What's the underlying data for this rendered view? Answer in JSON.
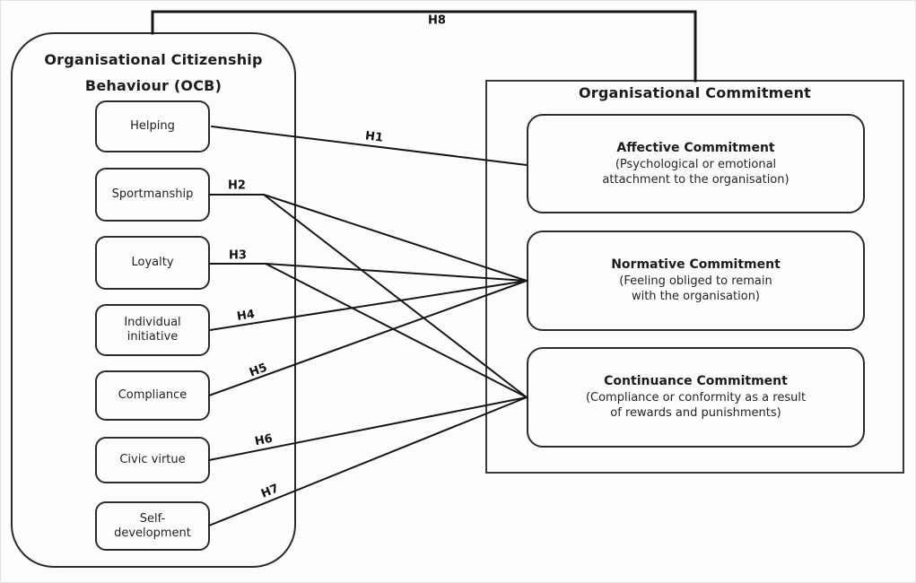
{
  "diagram": {
    "colors": {
      "background": "#fdfdfd",
      "line": "#161616",
      "box_border": "#2b2b2b",
      "text": "#1c1c1c"
    },
    "ocb": {
      "title_line1": "Organisational Citizenship",
      "title_line2": "Behaviour (OCB)",
      "items": [
        {
          "label": "Helping",
          "lines": [
            "Helping"
          ]
        },
        {
          "label": "Sportmanship",
          "lines": [
            "Sportmanship"
          ]
        },
        {
          "label": "Loyalty",
          "lines": [
            "Loyalty"
          ]
        },
        {
          "label": "Individual initiative",
          "lines": [
            "Individual",
            "initiative"
          ]
        },
        {
          "label": "Compliance",
          "lines": [
            "Compliance"
          ]
        },
        {
          "label": "Civic virtue",
          "lines": [
            "Civic virtue"
          ]
        },
        {
          "label": "Self-development",
          "lines": [
            "Self-",
            "development"
          ]
        }
      ]
    },
    "commitment": {
      "title": "Organisational Commitment",
      "boxes": [
        {
          "title": "Affective Commitment",
          "sub_line1": "(Psychological or emotional",
          "sub_line2": "attachment to the organisation)"
        },
        {
          "title": "Normative Commitment",
          "sub_line1": "(Feeling obliged to remain",
          "sub_line2": "with the organisation)"
        },
        {
          "title": "Continuance Commitment",
          "sub_line1": "(Compliance or conformity as a result",
          "sub_line2": "of rewards and punishments)"
        }
      ]
    },
    "hypotheses": [
      {
        "label": "H1",
        "from": "Helping",
        "to": [
          "Affective Commitment"
        ]
      },
      {
        "label": "H2",
        "from": "Sportmanship",
        "to": [
          "Normative Commitment",
          "Continuance Commitment"
        ]
      },
      {
        "label": "H3",
        "from": "Loyalty",
        "to": [
          "Normative Commitment",
          "Continuance Commitment"
        ]
      },
      {
        "label": "H4",
        "from": "Individual initiative",
        "to": [
          "Normative Commitment"
        ]
      },
      {
        "label": "H5",
        "from": "Compliance",
        "to": [
          "Normative Commitment"
        ]
      },
      {
        "label": "H6",
        "from": "Civic virtue",
        "to": [
          "Continuance Commitment"
        ]
      },
      {
        "label": "H7",
        "from": "Self-development",
        "to": [
          "Continuance Commitment"
        ]
      },
      {
        "label": "H8",
        "from": "Organisational Citizenship Behaviour (OCB)",
        "to": [
          "Organisational Commitment"
        ]
      }
    ]
  }
}
